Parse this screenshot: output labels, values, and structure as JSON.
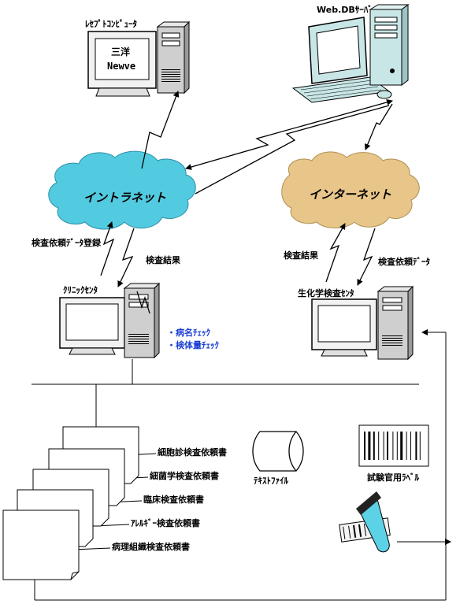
{
  "nodes": {
    "receipt_pc": {
      "label": "ﾚｾﾌﾟﾄｺﾝﾋﾟｭｰﾀ",
      "screen_line1": "三洋",
      "screen_line2": "Newve"
    },
    "web_db_server": {
      "label": "Web.DBｻｰﾊﾞ"
    },
    "clinic_center": {
      "label": "ｸﾘﾆｯｸｾﾝﾀ"
    },
    "biochem_center": {
      "label": "生化学検査ｾﾝﾀ"
    }
  },
  "networks": {
    "intranet": {
      "label": "イントラネット",
      "color": "#52cbe0"
    },
    "internet": {
      "label": "インターネット",
      "color": "#e8c68a"
    }
  },
  "links": {
    "request_register": "検査依頼ﾃﾞｰﾀ登録",
    "result_left": "検査結果",
    "result_right": "検査結果",
    "request_data": "検査依頼ﾃﾞｰﾀ"
  },
  "checks": [
    "・病名ﾁｪｯｸ",
    "・検体量ﾁｪｯｸ"
  ],
  "documents": [
    "細胞診検査依頼書",
    "細菌学検査依頼書",
    "臨床検査依頼書",
    "ｱﾚﾙｷﾞｰ検査依頼書",
    "病理組織検査依頼書"
  ],
  "text_file": "ﾃｷｽﾄﾌｧｲﾙ",
  "test_tube_label": "試験官用ﾗﾍﾞﾙ"
}
